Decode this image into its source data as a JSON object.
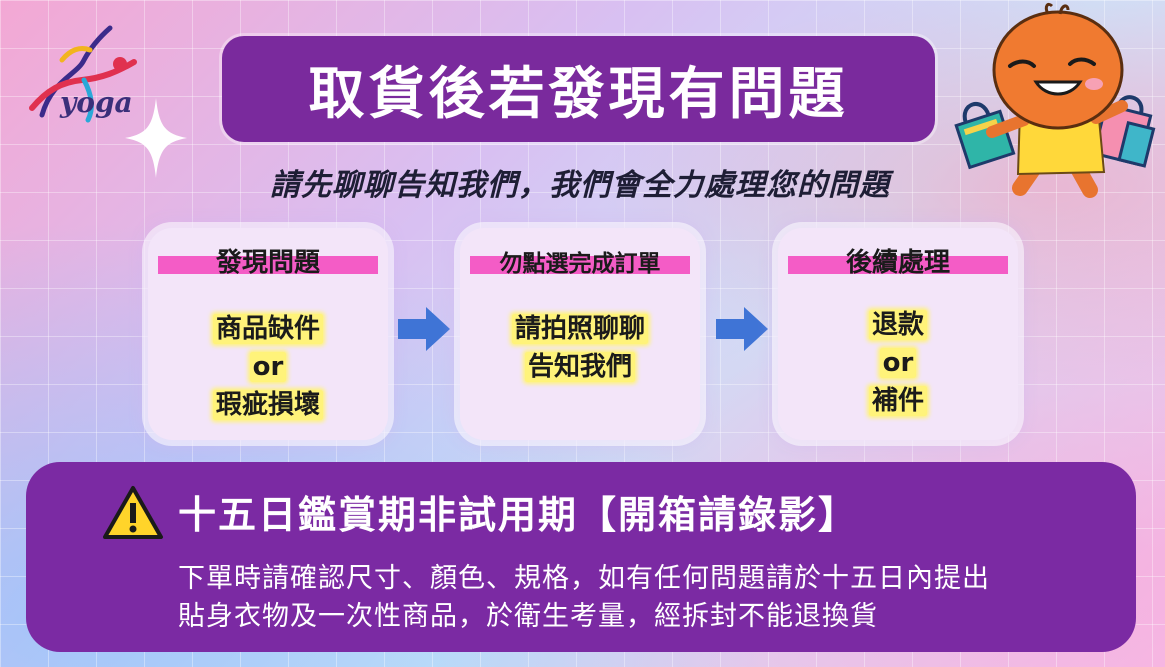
{
  "logo": {
    "text": "yoga",
    "icon": "yoga-dancer-logo-icon"
  },
  "title": "取貨後若發現有問題",
  "subtitle": "請先聊聊告知我們，我們會全力處理您的問題",
  "steps": [
    {
      "heading": "發現問題",
      "lines": [
        "商品缺件",
        "or",
        "瑕疵損壞"
      ]
    },
    {
      "heading": "勿點選完成訂單",
      "lines": [
        "請拍照聊聊",
        "告知我們"
      ]
    },
    {
      "heading": "後續處理",
      "lines": [
        "退款",
        "or",
        "補件"
      ]
    }
  ],
  "notice": {
    "title": "十五日鑑賞期非試用期【開箱請錄影】",
    "line1": "下單時請確認尺寸、顏色、規格，如有任何問題請於十五日內提出",
    "line2": "貼身衣物及一次性商品，於衛生考量，經拆封不能退換貨",
    "icon": "warning-icon"
  },
  "colors": {
    "purple": "#7a2a9d",
    "pink_bar": "#f45cc6",
    "highlight": "#fff37a",
    "arrow": "#3f74d6",
    "warning": "#ffd42a"
  }
}
